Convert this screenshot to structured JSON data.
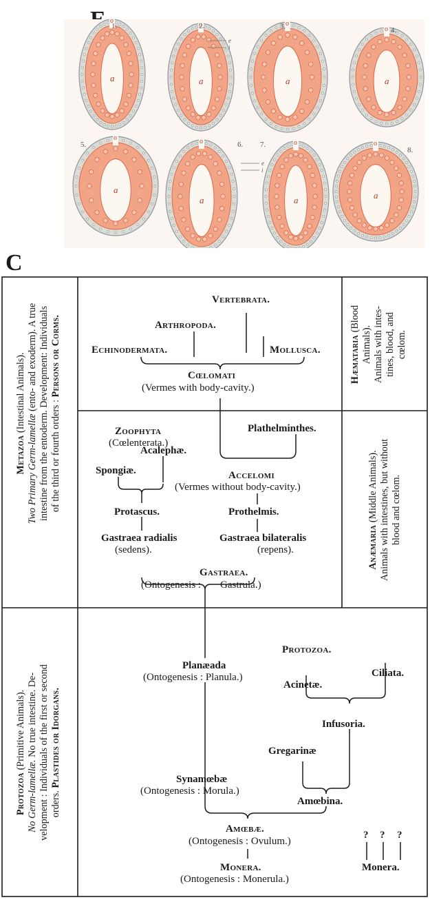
{
  "panel_e": {
    "letter": "E",
    "stage_numbers": [
      "1.",
      "2.",
      "3.",
      "4.",
      "5.",
      "6.",
      "7.",
      "8."
    ],
    "cavity_label": "a",
    "mouth_label": "o",
    "layer_labels": [
      "e",
      "i"
    ],
    "colors": {
      "endoderm": "#f2a486",
      "endoderm_stroke": "#d96a4a",
      "ectoderm": "#dcdcd4",
      "ectoderm_stroke": "#8c96a2"
    }
  },
  "panel_c": {
    "letter": "C",
    "side_labels": {
      "metazoa": {
        "l1": [
          "Metazoa",
          " (Intestinal Animals)."
        ],
        "l2": [
          "Two Primary Germ-lamellæ",
          " (ento- and exoderm).    A true"
        ],
        "l3": "intestine from the entoderm.   Development: Individuals",
        "l4": [
          "of the third or fourth orders : ",
          "Persons or Corms."
        ]
      },
      "protozoa": {
        "l1": [
          "Protozoa",
          " (Primitive Animals)."
        ],
        "l2": [
          "No Germ-lamellæ.",
          "   No true intestine.   De-"
        ],
        "l3": "velopment : Individuals of the first or second",
        "l4": [
          "orders.    ",
          "Plastides or Idorgans."
        ]
      },
      "haemataria": {
        "l1": [
          "Hæmataria",
          " (Blood"
        ],
        "l2": "Animals).",
        "l3": "Animals with intes-",
        "l4": "tines, blood, and",
        "l5": "cœlom."
      },
      "anaemaria": {
        "l1": [
          "Anæmaria",
          " (Middle Animals)."
        ],
        "l2": "Animals with intestines, but without",
        "l3": "blood and cœlom."
      }
    },
    "tree": {
      "vertebrata": "Vertebrata.",
      "arthropoda": "Arthropoda.",
      "echinodermata": "Echinodermata.",
      "mollusca": "Mollusca.",
      "coelomati": "Cœlomati",
      "coelomati_sub": "(Vermes with body-cavity.)",
      "zoophyta": "Zoophyta",
      "zoophyta_sub": "(Cœlenterata.)",
      "plathelminthes": "Plathelminthes.",
      "acalephae": "Acalephæ.",
      "spongiae": "Spongiæ.",
      "acoelomi": "Accelomi",
      "acoelomi_sub": "(Vermes without body-cavity.)",
      "protascus": "Protascus.",
      "prothelmis": "Prothelmis.",
      "gastraea_radialis": "Gastraea radialis",
      "gastraea_radialis_sub": "(sedens).",
      "gastraea_bilateralis": "Gastraea bilateralis",
      "gastraea_bilateralis_sub": "(repens).",
      "gastraea": "Gastraea.",
      "gastraea_sub_left": "(Ontogenesis :",
      "gastraea_sub_right": "Gastrula.)",
      "planaeada": "Planæada",
      "planaeada_sub": "(Ontogenesis : Planula.)",
      "protozoa": "Protozoa.",
      "ciliata": "Ciliata.",
      "acinetae": "Acinetæ.",
      "infusoria": "Infusoria.",
      "gregarinae": "Gregarinæ",
      "synamoebae": "Synamœbæ",
      "synamoebae_sub": "(Ontogenesis : Morula.)",
      "amoebina": "Amœbina.",
      "amoebae": "Amœbæ.",
      "amoebae_sub": "(Ontogenesis : Ovulum.)",
      "q1": "?",
      "q2": "?",
      "q3": "?",
      "monera": "Monera.",
      "monera_sub": "(Ontogenesis : Monerula.)",
      "monera_small": "Monera."
    }
  }
}
